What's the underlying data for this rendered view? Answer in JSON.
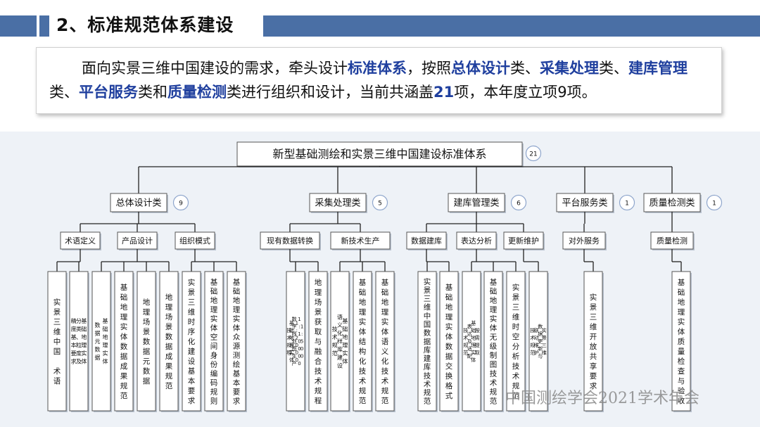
{
  "header": {
    "title": "2、标准规范体系建设"
  },
  "summary": {
    "segments": [
      {
        "text": "面向实景三维中国建设的需求，牵头设计",
        "hl": false
      },
      {
        "text": "标准体系",
        "hl": true
      },
      {
        "text": "，按照",
        "hl": false
      },
      {
        "text": "总体设计",
        "hl": true
      },
      {
        "text": "类、",
        "hl": false
      },
      {
        "text": "采集处理",
        "hl": true
      },
      {
        "text": "类、",
        "hl": false
      },
      {
        "text": "建库管理",
        "hl": true
      },
      {
        "text": "类、",
        "hl": false
      },
      {
        "text": "平台服务",
        "hl": true
      },
      {
        "text": "类和",
        "hl": false
      },
      {
        "text": "质量检测",
        "hl": true
      },
      {
        "text": "类进行组织和设计，当前共涵盖",
        "hl": false
      },
      {
        "text": "21",
        "hl": true
      },
      {
        "text": "项，本年度立项9项。",
        "hl": false
      }
    ]
  },
  "tree": {
    "root": {
      "label": "新型基础测绘和实景三维中国建设标准体系",
      "count": "21"
    },
    "categories": [
      {
        "id": "zt",
        "label": "总体设计类",
        "count": "9"
      },
      {
        "id": "cj",
        "label": "采集处理类",
        "count": "5"
      },
      {
        "id": "jk",
        "label": "建库管理类",
        "count": "6"
      },
      {
        "id": "pt",
        "label": "平台服务类",
        "count": "1"
      },
      {
        "id": "zl",
        "label": "质量检测类",
        "count": "1"
      }
    ],
    "subcategories": [
      {
        "label": "术语定义"
      },
      {
        "label": "产品设计"
      },
      {
        "label": "组织模式"
      },
      {
        "label": "现有数据转换"
      },
      {
        "label": "新技术生产"
      },
      {
        "label": "数据建库"
      },
      {
        "label": "表达分析"
      },
      {
        "label": "更新维护"
      },
      {
        "label": "对外服务"
      },
      {
        "label": "质量检测"
      }
    ],
    "leaves": [
      {
        "cols": [
          "实景三维中国 术语"
        ]
      },
      {
        "cols": [
          "基础地理实体",
          "分类、粒度及",
          "精度基本要求"
        ]
      },
      {
        "cols": [
          "基础地理实体",
          "数据元数据"
        ]
      },
      {
        "cols": [
          "基础地理实体数据成果规范"
        ]
      },
      {
        "cols": [
          "地理场景数据元数据"
        ]
      },
      {
        "cols": [
          "地理场景数据成果规范"
        ]
      },
      {
        "cols": [
          "实景三维时序化建设基本要求"
        ]
      },
      {
        "cols": [
          "基础地理实体空间身份编码规则"
        ]
      },
      {
        "cols": [
          "基础地理实体众源测绘基本要求"
        ]
      },
      {
        "cols": [
          "1:500",
          "1:10000",
          "1:2000",
          "数字线划图生产",
          "基础地理实体",
          "技术规程"
        ]
      },
      {
        "cols": [
          "地理场景获取与融合技术规程"
        ]
      },
      {
        "cols": [
          "基础地理实体",
          "语义化样库建设",
          "技术规范"
        ]
      },
      {
        "cols": [
          "基础地理实体结构化技术规范"
        ]
      },
      {
        "cols": [
          "基础地理实体语义化技术规范"
        ]
      },
      {
        "cols": [
          "实景三维中国数据库建库技术规范"
        ]
      },
      {
        "cols": [
          "基础地理实体数据交换格式"
        ]
      },
      {
        "cols": [
          "按需提取",
          "基础地理实体",
          "表达及适配",
          "技术规范"
        ]
      },
      {
        "cols": [
          "基础地理实体无级制图技术规范"
        ]
      },
      {
        "cols": [
          "实景三维时空分析技术规范"
        ]
      },
      {
        "cols": [
          "实景三维",
          "数据更新与",
          "联动维护",
          "技术规范"
        ]
      },
      {
        "cols": [
          "实景三维开放共享要求"
        ]
      },
      {
        "cols": [
          "基础地理实体质量检查与验收"
        ]
      }
    ]
  },
  "watermark": "中国测绘学会2021学术年会",
  "colors": {
    "header_bar": "#4a6fa5",
    "highlight_text": "#1f3f9e",
    "diagram_bg": "#eef2f7",
    "badge_border": "#8fa6cc",
    "line": "#222222"
  }
}
